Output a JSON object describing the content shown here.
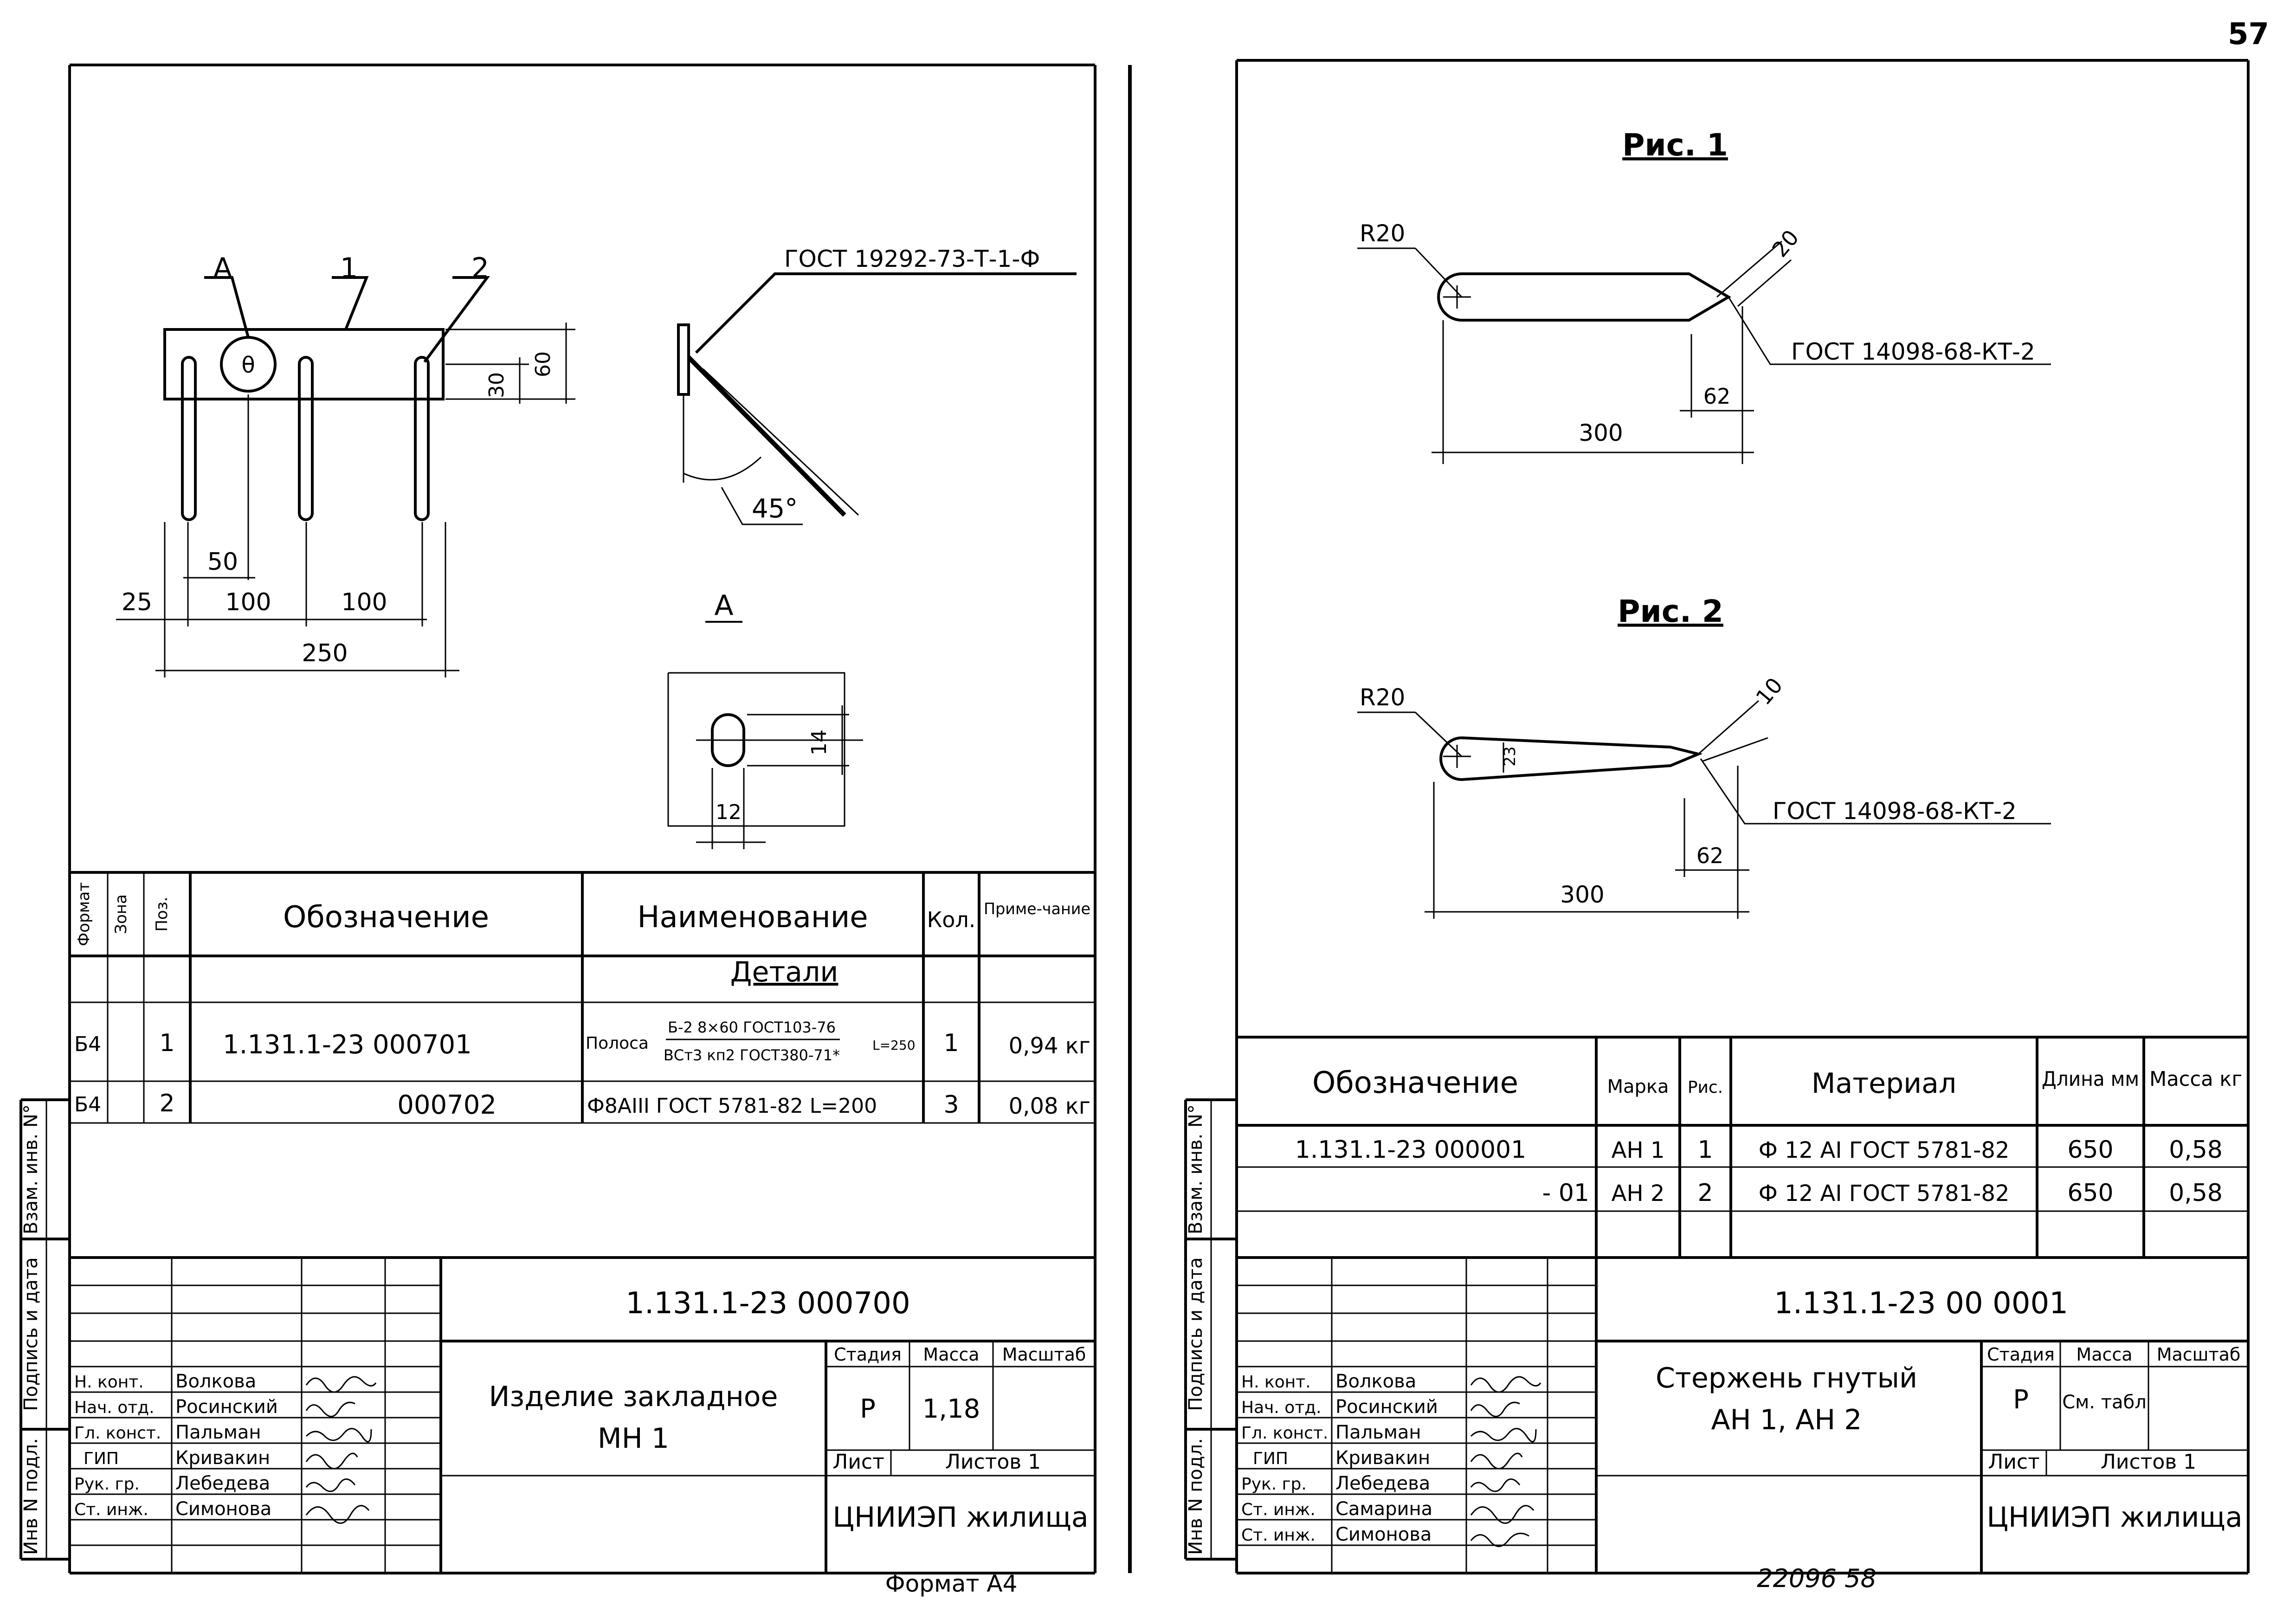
{
  "page_number": "57",
  "left_sheet": {
    "drawing": {
      "callouts": {
        "a": "А",
        "pos1": "1",
        "pos2": "2"
      },
      "dims": {
        "d30": "30",
        "d60": "60",
        "d50": "50",
        "d25": "25",
        "d100a": "100",
        "d100b": "100",
        "d250": "250",
        "d45": "45°",
        "d14": "14",
        "d12": "12"
      },
      "weld_ref": "ГОСТ 19292-73-Т-1-Ф",
      "view_a_label": "А"
    },
    "table": {
      "headers": {
        "format": "Формат",
        "zone": "Зона",
        "pos": "Поз.",
        "designation": "Обозначение",
        "name": "Наименование",
        "qty": "Кол.",
        "note": "Приме-чание"
      },
      "section": "Детали",
      "rows": [
        {
          "format": "Б4",
          "pos": "1",
          "designation": "1.131.1-23 000701",
          "name_prefix": "Полоса",
          "name_top": "Б-2 8×60 ГОСТ103-76",
          "name_bottom": "ВСт3 кп2 ГОСТ380-71*",
          "name_suffix": "L=250",
          "qty": "1",
          "note": "0,94 кг"
        },
        {
          "format": "Б4",
          "pos": "2",
          "designation": "000702",
          "name": "Ф8АIII ГОСТ 5781-82 L=200",
          "qty": "3",
          "note": "0,08 кг"
        }
      ]
    },
    "side_labels": {
      "inv": "Инв N подл.",
      "sign": "Подпись и дата",
      "vzam": "Взам. инв. N°"
    },
    "stamp": {
      "doc_number": "1.131.1-23 000700",
      "title": "Изделие закладное",
      "subtitle": "МН 1",
      "stage_label": "Стадия",
      "mass_label": "Масса",
      "scale_label": "Масштаб",
      "stage": "Р",
      "mass": "1,18",
      "scale": "",
      "sheet_label": "Лист",
      "sheets_label": "Листов 1",
      "org": "ЦНИИЭП жилища",
      "roles": [
        "Н. конт.",
        "Нач. отд.",
        "Гл. конст.",
        "ГИП",
        "Рук. гр.",
        "Ст. инж."
      ],
      "names": [
        "Волкова",
        "Росинский",
        "Пальман",
        "Кривакин",
        "Лебедева",
        "Симонова"
      ]
    },
    "format_note": "Формат А4"
  },
  "right_sheet": {
    "fig1": {
      "title": "Рис. 1",
      "r": "R20",
      "d20": "20",
      "gost": "ГОСТ 14098-68-КТ-2",
      "d62": "62",
      "d300": "300"
    },
    "fig2": {
      "title": "Рис. 2",
      "r": "R20",
      "d10": "10",
      "d23": "23",
      "gost": "ГОСТ 14098-68-КТ-2",
      "d62": "62",
      "d300": "300"
    },
    "table": {
      "headers": {
        "designation": "Обозначение",
        "mark": "Марка",
        "fig": "Рис.",
        "material": "Материал",
        "length": "Длина мм",
        "mass": "Масса кг"
      },
      "rows": [
        {
          "designation": "1.131.1-23 000001",
          "mark": "АН 1",
          "fig": "1",
          "material": "Ф 12 АI ГОСТ 5781-82",
          "length": "650",
          "mass": "0,58"
        },
        {
          "designation": "- 01",
          "mark": "АН 2",
          "fig": "2",
          "material": "Ф 12 АI ГОСТ 5781-82",
          "length": "650",
          "mass": "0,58"
        }
      ]
    },
    "side_labels": {
      "inv": "Инв N подл.",
      "sign": "Подпись и дата",
      "vzam": "Взам. инв. N°"
    },
    "stamp": {
      "doc_number": "1.131.1-23 00 0001",
      "title": "Стержень гнутый",
      "subtitle": "АН 1, АН 2",
      "stage_label": "Стадия",
      "mass_label": "Масса",
      "scale_label": "Масштаб",
      "stage": "Р",
      "mass": "См. табл",
      "scale": "",
      "sheet_label": "Лист",
      "sheets_label": "Листов 1",
      "org": "ЦНИИЭП жилища",
      "roles": [
        "Н. конт.",
        "Нач. отд.",
        "Гл. конст.",
        "ГИП",
        "Рук. гр.",
        "Ст. инж.",
        "Ст. инж."
      ],
      "names": [
        "Волкова",
        "Росинский",
        "Пальман",
        "Кривакин",
        "Лебедева",
        "Самарина",
        "Симонова"
      ]
    },
    "bottom_note": "22096 58"
  }
}
